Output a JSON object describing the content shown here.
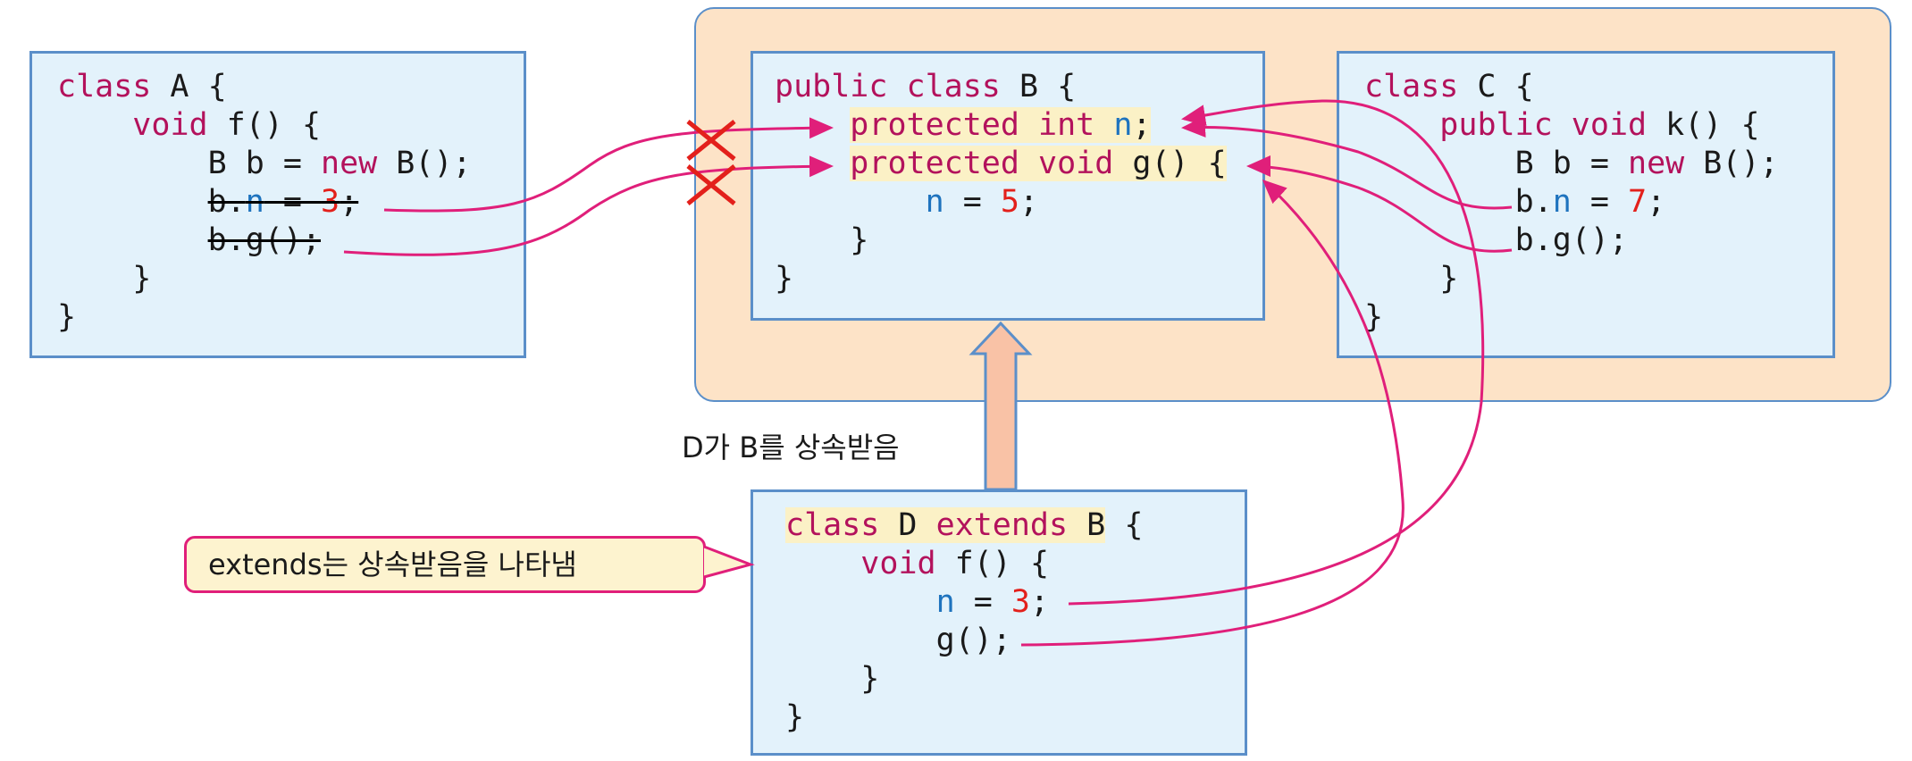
{
  "classA": {
    "lines": [
      [
        {
          "t": "class",
          "c": "kw"
        },
        {
          "t": " A {"
        }
      ],
      [
        {
          "t": "    "
        },
        {
          "t": "void",
          "c": "kw"
        },
        {
          "t": " f() {"
        }
      ],
      [
        {
          "t": "        B b = "
        },
        {
          "t": "new",
          "c": "kw"
        },
        {
          "t": " B();"
        }
      ],
      [
        {
          "t": "        "
        },
        {
          "t": "b.",
          "c": "strike"
        },
        {
          "t": "n",
          "c": "var strike"
        },
        {
          "t": " = ",
          "c": "strike"
        },
        {
          "t": "3",
          "c": "num strike"
        },
        {
          "t": ";",
          "c": "strike"
        }
      ],
      [
        {
          "t": "        "
        },
        {
          "t": "b.g();",
          "c": "strike"
        }
      ],
      [
        {
          "t": "    }"
        }
      ],
      [
        {
          "t": "}"
        }
      ]
    ]
  },
  "classB": {
    "lines": [
      [
        {
          "t": "public class",
          "c": "kw"
        },
        {
          "t": " B {"
        }
      ],
      [
        {
          "t": "    "
        },
        {
          "t": "protected int",
          "c": "kw hl"
        },
        {
          "t": " ",
          "c": "hl"
        },
        {
          "t": "n",
          "c": "var hl"
        },
        {
          "t": ";",
          "c": "hl"
        }
      ],
      [
        {
          "t": "    "
        },
        {
          "t": "protected void",
          "c": "kw hl"
        },
        {
          "t": " g() {",
          "c": "hl"
        }
      ],
      [
        {
          "t": "        "
        },
        {
          "t": "n",
          "c": "var"
        },
        {
          "t": " = "
        },
        {
          "t": "5",
          "c": "num"
        },
        {
          "t": ";"
        }
      ],
      [
        {
          "t": "    }"
        }
      ],
      [
        {
          "t": "}"
        }
      ]
    ]
  },
  "classC": {
    "lines": [
      [
        {
          "t": "class",
          "c": "kw"
        },
        {
          "t": " C {"
        }
      ],
      [
        {
          "t": "    "
        },
        {
          "t": "public void",
          "c": "kw"
        },
        {
          "t": " k() {"
        }
      ],
      [
        {
          "t": "        B b = "
        },
        {
          "t": "new",
          "c": "kw"
        },
        {
          "t": " B();"
        }
      ],
      [
        {
          "t": "        b."
        },
        {
          "t": "n",
          "c": "var"
        },
        {
          "t": " = "
        },
        {
          "t": "7",
          "c": "num"
        },
        {
          "t": ";"
        }
      ],
      [
        {
          "t": "        b.g();"
        }
      ],
      [
        {
          "t": "    }"
        }
      ],
      [
        {
          "t": "}"
        }
      ]
    ]
  },
  "classD": {
    "lines": [
      [
        {
          "t": "class",
          "c": "kw hl"
        },
        {
          "t": " D ",
          "c": "hl"
        },
        {
          "t": "extends",
          "c": "kw hl"
        },
        {
          "t": " B",
          "c": "hl"
        },
        {
          "t": " {"
        }
      ],
      [
        {
          "t": "    "
        },
        {
          "t": "void",
          "c": "kw"
        },
        {
          "t": " f() {"
        }
      ],
      [
        {
          "t": "        "
        },
        {
          "t": "n",
          "c": "var"
        },
        {
          "t": " = "
        },
        {
          "t": "3",
          "c": "num"
        },
        {
          "t": ";"
        }
      ],
      [
        {
          "t": "        g();"
        }
      ],
      [
        {
          "t": "    }"
        }
      ],
      [
        {
          "t": "}"
        }
      ]
    ]
  },
  "inheritance_label": "D가 B를 상속받음",
  "callout_text": "extends는 상속받음을 나타냄",
  "colors": {
    "arrow": "#e01f7a",
    "cross": "#e3201b",
    "box_border": "#5b8fc9",
    "box_fill": "#e3f2fb",
    "package_fill": "#fde3c7",
    "inherit_arrow_fill": "#f9c2a6"
  }
}
